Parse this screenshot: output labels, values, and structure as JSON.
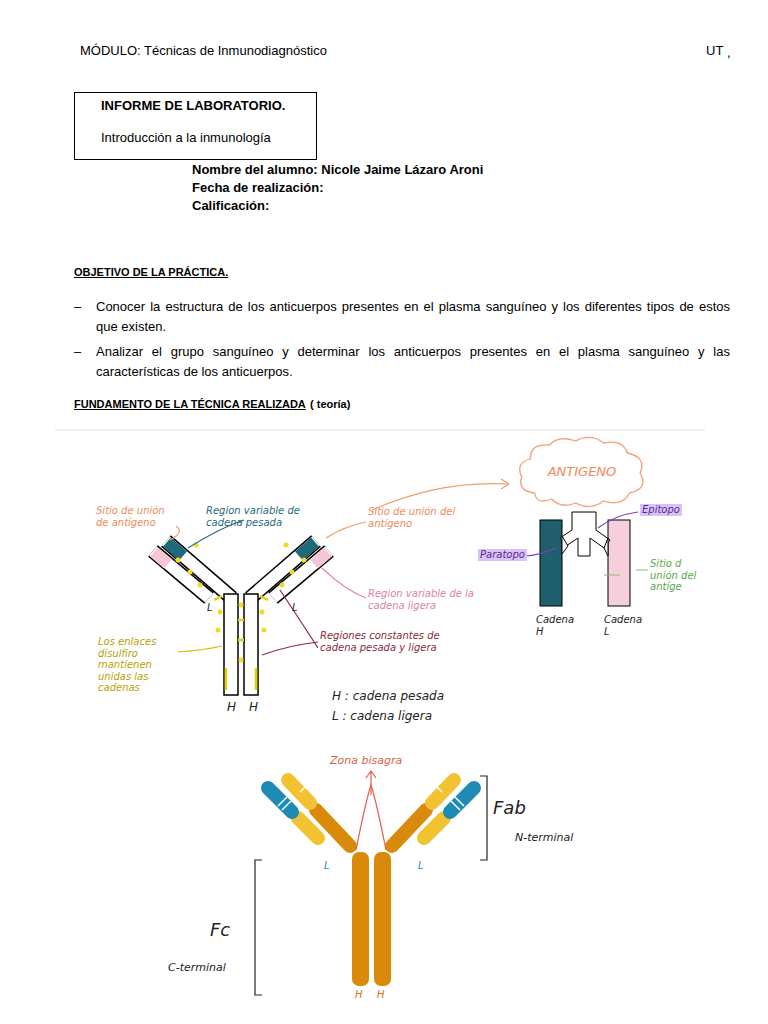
{
  "diagram": {
    "nodes": [
      {
        "text": [
          "INFORME DE LABORATORIO.",
          "Introducción a la inmunología"
        ]
      },
      {
        "text": [
          "ANTIGENO"
        ]
      }
    ],
    "labels": [
      "MÓDULO: Técnicas de Inmunodiagnóstico",
      "UT",
      ",",
      "Nombre del alumno: Nicole Jaime Lázaro Aroni",
      "Fecha de realización:",
      "Calificación:",
      "OBJETIVO DE LA PRÁCTICA.",
      "–",
      "Conocer la estructura de los anticuerpos presentes en el plasma sanguíneo y los diferentes tipos de estos que existen.",
      "–",
      "Analizar el grupo sanguíneo y determinar los anticuerpos presentes en el plasma sanguíneo y las características de los anticuerpos.",
      "FUNDAMENTO DE LA TÉCNICA REALIZADA",
      "( teoría)",
      "Sitio de unión de antígeno",
      "Region variable de cadena pesada",
      "Sitio de unión del antígeno",
      "Region variable de la cadena ligera",
      "Regiones constantes de cadena pesada y ligera",
      "Los enlaces disulfiro mantienen unidas las cadenas",
      "L",
      "L",
      "H",
      "H",
      "H : cadena pesada",
      "L : cadena ligera",
      "Epitopo",
      "Paratopo",
      "Sitio d unión del antíge",
      "Cadena H",
      "Cadena L",
      "Zona bisagra",
      "Fab",
      "N-terminal",
      "Fc",
      "C-terminal",
      "L",
      "L",
      "H",
      "H"
    ]
  }
}
